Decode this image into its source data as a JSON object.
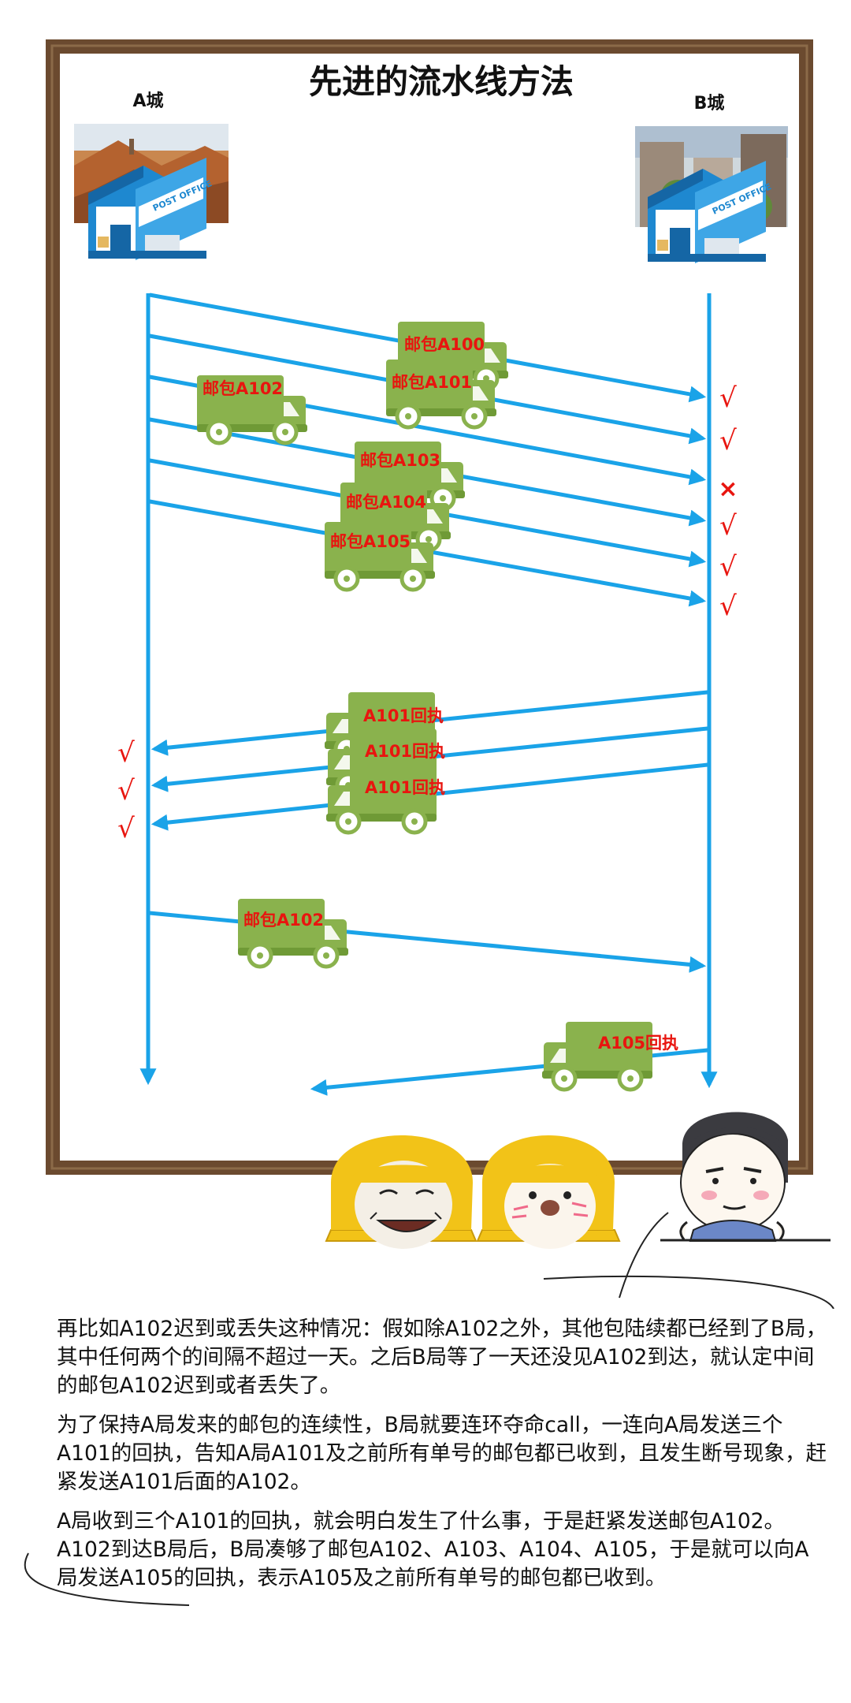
{
  "title": "先进的流水线方法",
  "cities": {
    "a": "A城",
    "b": "B城"
  },
  "post_office_sign": "POST OFFICE",
  "trucks": [
    {
      "label": "邮包A100"
    },
    {
      "label": "邮包A101"
    },
    {
      "label": "邮包A102"
    },
    {
      "label": "邮包A103"
    },
    {
      "label": "邮包A104"
    },
    {
      "label": "邮包A105"
    },
    {
      "label": "A101回执"
    },
    {
      "label": "A101回执"
    },
    {
      "label": "A101回执"
    },
    {
      "label": "邮包A102"
    },
    {
      "label": "A105回执"
    }
  ],
  "marks_b": [
    "√",
    "√",
    "×",
    "√",
    "√",
    "√"
  ],
  "marks_a": [
    "√",
    "√",
    "√"
  ],
  "paragraphs": [
    "再比如A102迟到或丢失这种情况：假如除A102之外，其他包陆续都已经到了B局，其中任何两个的间隔不超过一天。之后B局等了一天还没见A102到达，就认定中间的邮包A102迟到或者丢失了。",
    "为了保持A局发来的邮包的连续性，B局就要连环夺命call，一连向A局发送三个A101的回执，告知A局A101及之前所有单号的邮包都已收到，且发生断号现象，赶紧发送A101后面的A102。",
    "A局收到三个A101的回执，就会明白发生了什么事，于是赶紧发送邮包A102。A102到达B局后，B局凑够了邮包A102、A103、A104、A105，于是就可以向A局发送A105的回执，表示A105及之前所有单号的邮包都已收到。"
  ],
  "colors": {
    "arrow": "#1aa3e8",
    "truck": "#8ab24d",
    "truck_dark": "#6f9a36",
    "label_red": "#e8150f",
    "frame": "#6b4a2f",
    "helmet": "#f2c318"
  }
}
